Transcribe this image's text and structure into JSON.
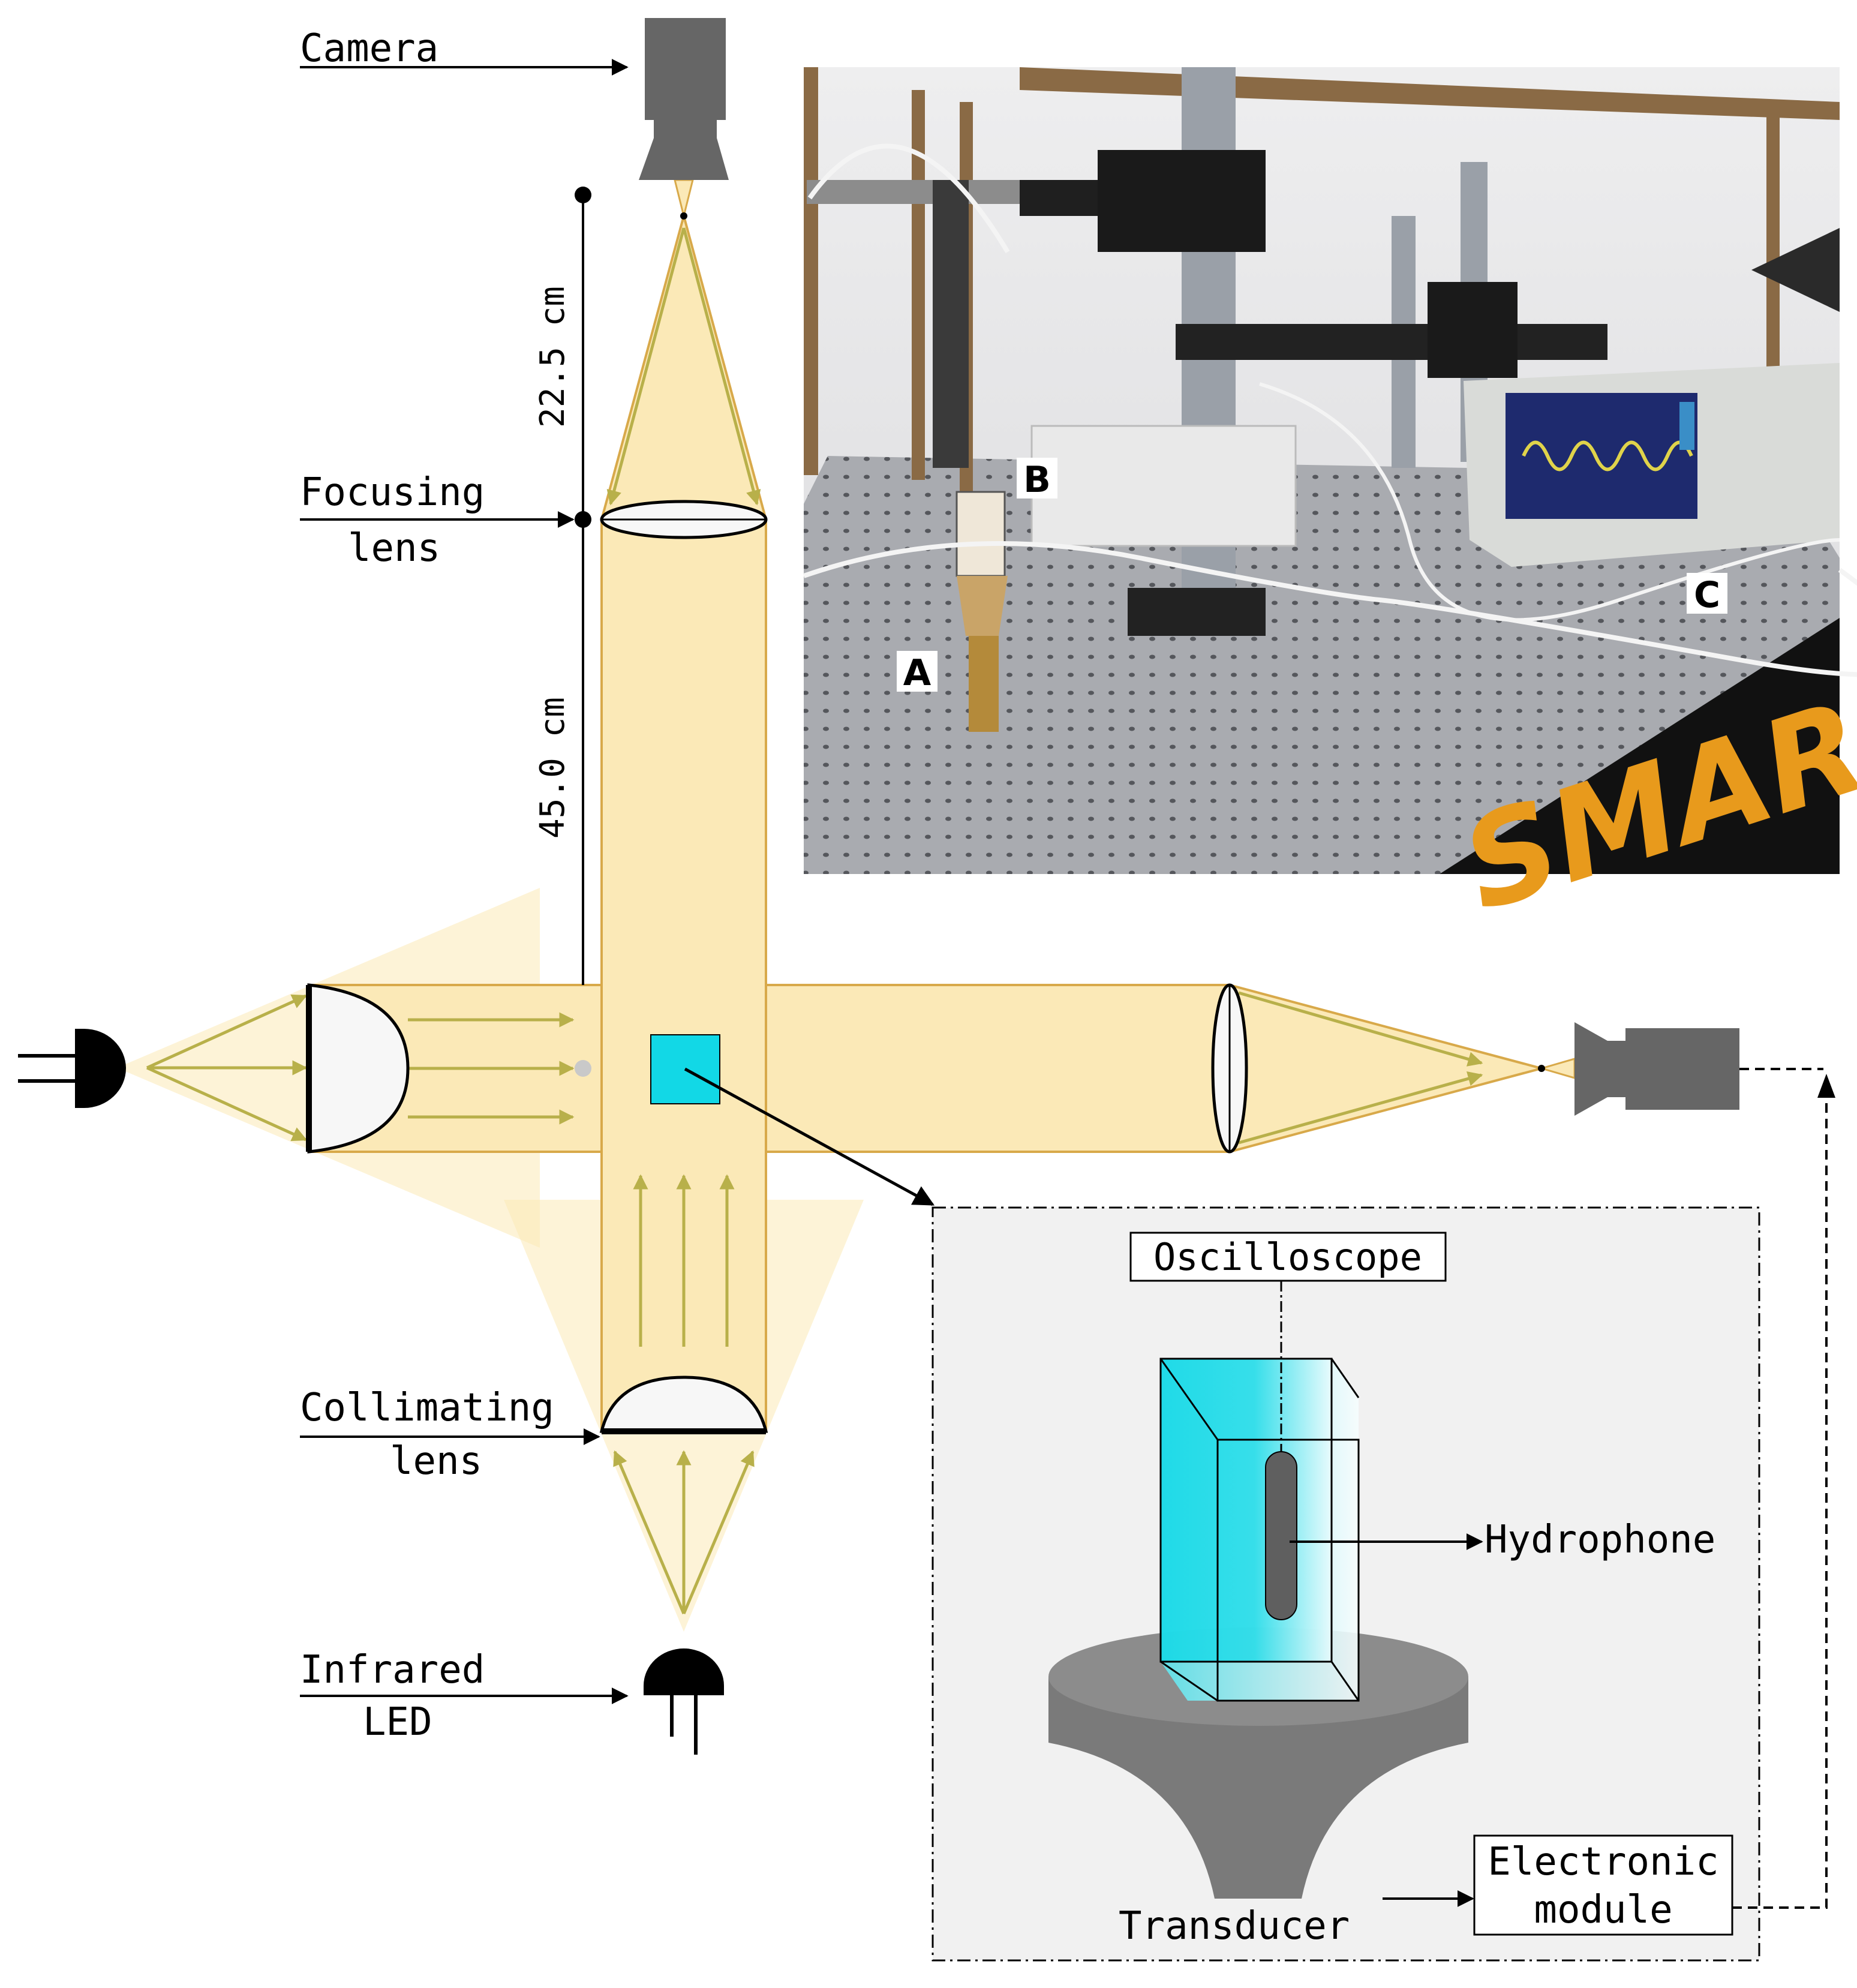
{
  "labels": {
    "camera": "Camera",
    "focusing_lens": [
      "Focusing",
      "lens"
    ],
    "collimating_lens": [
      "Collimating",
      "lens"
    ],
    "infrared_led": [
      "Infrared",
      "LED"
    ],
    "distance_top": "22.5 cm",
    "distance_bottom": "45.0 cm",
    "oscilloscope": "Oscilloscope",
    "hydrophone": "Hydrophone",
    "transducer": "Transducer",
    "electronic_module": [
      "Electronic",
      "module"
    ]
  },
  "photo": {
    "markers": [
      "A",
      "B",
      "C"
    ],
    "brand_text": "SMAR"
  },
  "colors": {
    "beam_fill": "#fbe9b7",
    "beam_edge": "#d8a94a",
    "arrow_green": "#b8b04a",
    "sample_cyan": "#12d8e6",
    "device_grey": "#666666",
    "inset_bg": "#f1f1f1"
  }
}
